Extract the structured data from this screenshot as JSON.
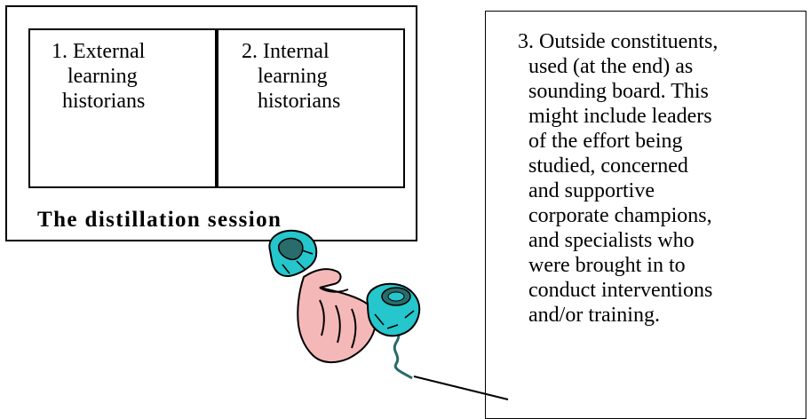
{
  "distillation_session": {
    "title": "The distillation session",
    "group_one": "1. External\n   learning\n  historians",
    "group_two": "2. Internal\n   learning\n   historians"
  },
  "outside_constituents": {
    "text": "3. Outside constituents,\n  used (at the end) as\n  sounding board. This\n  might include leaders\n  of the effort being\n  studied, concerned\n  and supportive\n  corporate champions,\n  and specialists who\n  were brought in to\n  conduct interventions\n  and/or training."
  },
  "colors": {
    "phone_body": "#25c6cc",
    "phone_dark": "#2a6b6b",
    "hand_fill": "#f5b8b8",
    "cord": "#2a6b6b"
  },
  "icons": {
    "phone_hand": "hand-holding-phone-icon"
  }
}
